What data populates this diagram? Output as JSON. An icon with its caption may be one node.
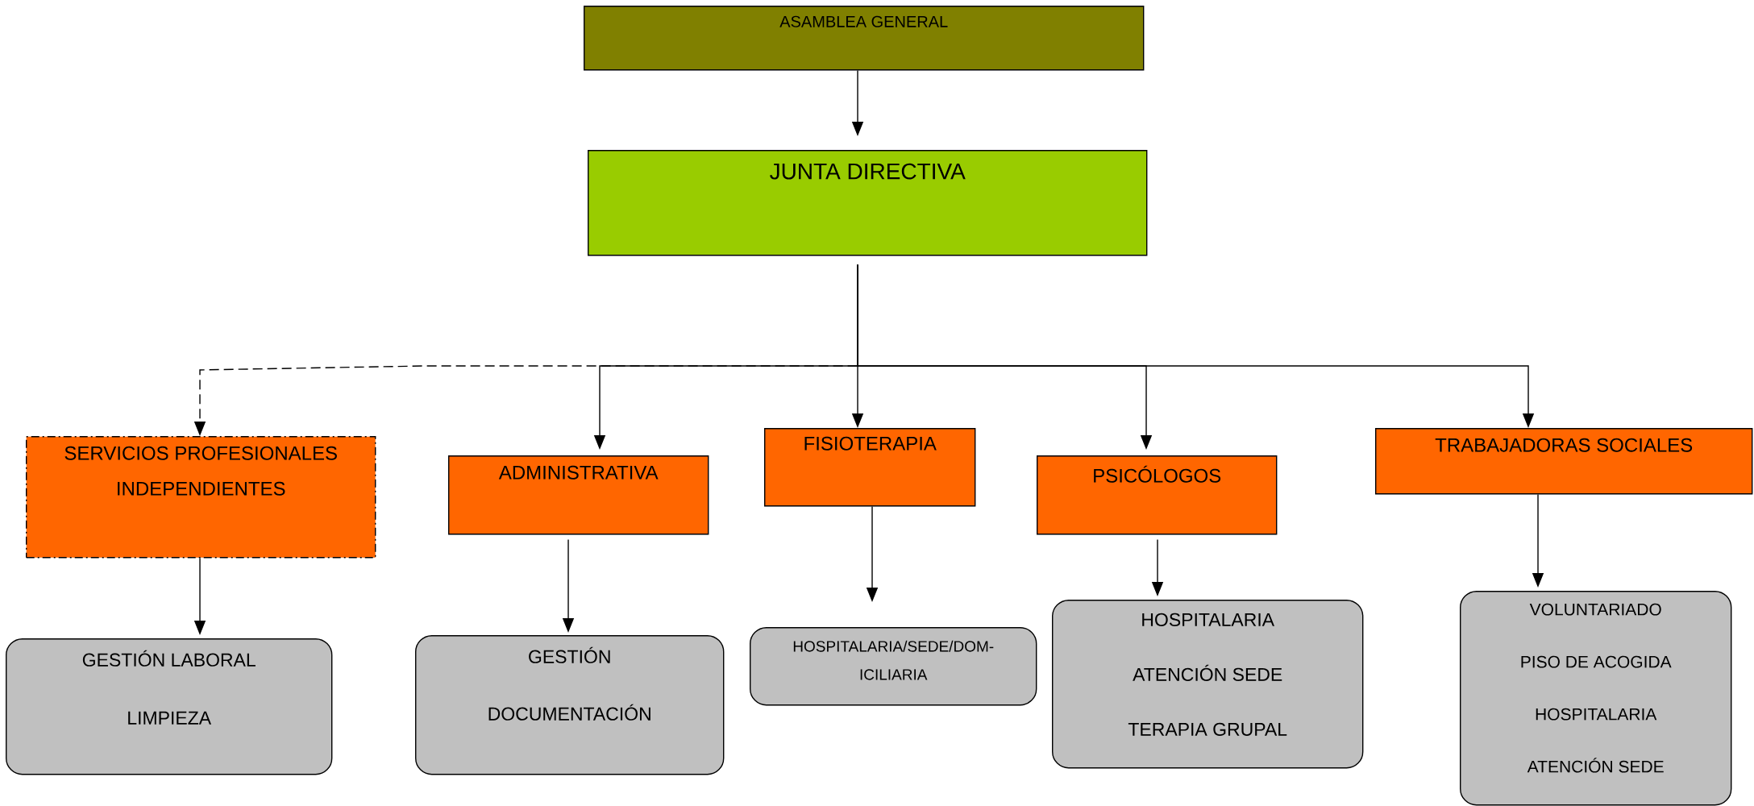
{
  "diagram": {
    "nodes": [
      {
        "text": [
          "ASAMBLEA GENERAL"
        ]
      },
      {
        "text": [
          "JUNTA DIRECTIVA"
        ]
      },
      {
        "text": [
          "SERVICIOS PROFESIONALES INDEPENDIENTES"
        ]
      },
      {
        "text": [
          "ADMINISTRATIVA"
        ]
      },
      {
        "text": [
          "FISIOTERAPIA"
        ]
      },
      {
        "text": [
          "PSICÓLOGOS"
        ]
      },
      {
        "text": [
          "TRABAJADORAS SOCIALES"
        ]
      },
      {
        "text": [
          "GESTIÓN LABORAL",
          "LIMPIEZA"
        ]
      },
      {
        "text": [
          "GESTIÓN",
          "DOCUMENTACIÓN"
        ]
      },
      {
        "text": [
          "HOSPITALARIA/SEDE/DOM- ICILIARIA"
        ]
      },
      {
        "text": [
          "HOSPITALARIA",
          "ATENCIÓN SEDE",
          "TERAPIA GRUPAL"
        ]
      },
      {
        "text": [
          "VOLUNTARIADO",
          "PISO DE ACOGIDA",
          "HOSPITALARIA",
          "ATENCIÓN SEDE"
        ]
      }
    ],
    "edges": [
      {
        "from": 0,
        "to": 1,
        "arrow": "to"
      },
      {
        "from": 1,
        "to": 2,
        "arrow": "to",
        "style": "dashed"
      },
      {
        "from": 1,
        "to": 3,
        "arrow": "to"
      },
      {
        "from": 1,
        "to": 4,
        "arrow": "to"
      },
      {
        "from": 1,
        "to": 5,
        "arrow": "to"
      },
      {
        "from": 1,
        "to": 6,
        "arrow": "to"
      },
      {
        "from": 2,
        "to": 7,
        "arrow": "to"
      },
      {
        "from": 3,
        "to": 8,
        "arrow": "to"
      },
      {
        "from": 4,
        "to": 9,
        "arrow": "to"
      },
      {
        "from": 5,
        "to": 10,
        "arrow": "to"
      },
      {
        "from": 6,
        "to": 11,
        "arrow": "to"
      }
    ]
  }
}
